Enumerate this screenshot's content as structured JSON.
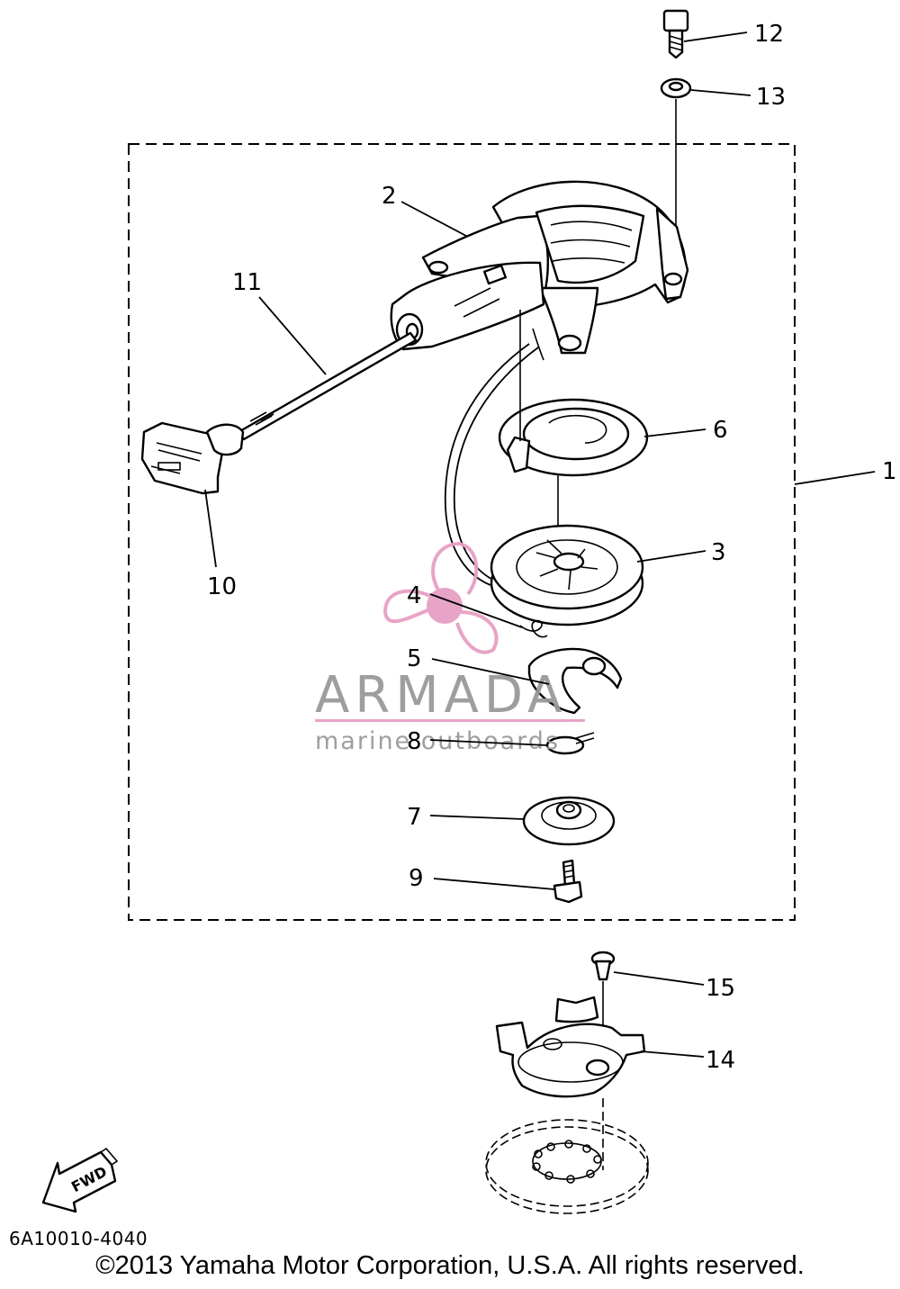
{
  "diagram": {
    "callouts": {
      "c1": "1",
      "c2": "2",
      "c3": "3",
      "c4": "4",
      "c5": "5",
      "c6": "6",
      "c7": "7",
      "c8": "8",
      "c9": "9",
      "c10": "10",
      "c11": "11",
      "c12": "12",
      "c13": "13",
      "c14": "14",
      "c15": "15"
    },
    "fwd_label": "FWD",
    "watermark": {
      "brand": "ARMADA",
      "tagline": "marine outboards",
      "brand_color": "#999999",
      "accent_color": "#e6a0c4"
    }
  },
  "footer": {
    "part_number": "6A10010-4040",
    "copyright": "©2013 Yamaha Motor Corporation, U.S.A. All rights reserved."
  },
  "colors": {
    "ink": "#000000",
    "background": "#ffffff",
    "watermark_pink": "#e6a0c4",
    "watermark_grey": "#999999"
  }
}
